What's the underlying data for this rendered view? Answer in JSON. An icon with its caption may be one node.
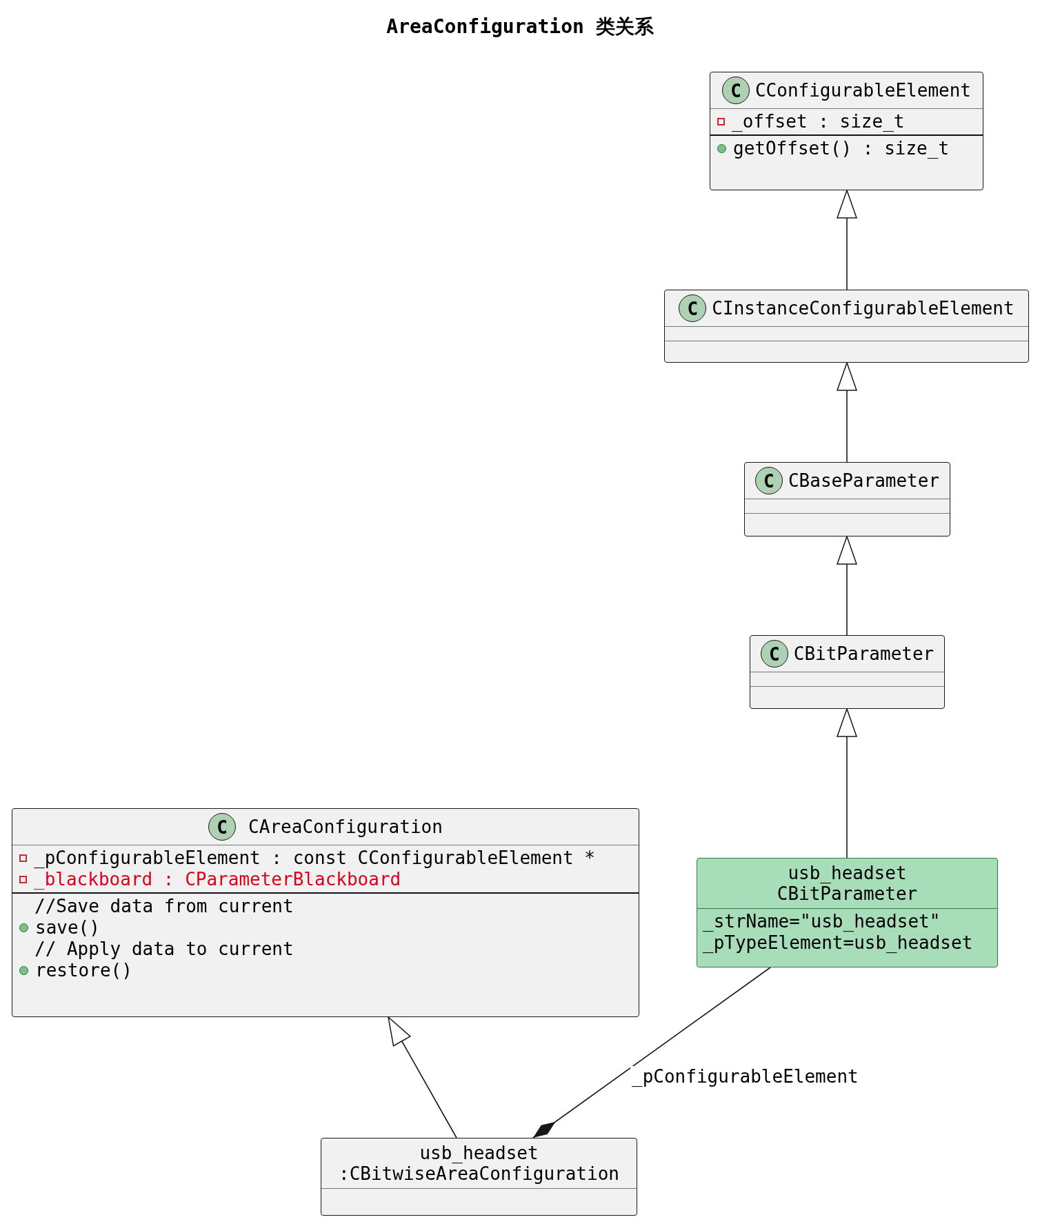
{
  "diagram": {
    "title": "AreaConfiguration 类关系",
    "nodes": [
      {
        "text": [
          "C",
          "CConfigurableElement",
          "_offset : size_t",
          "getOffset() : size_t"
        ]
      },
      {
        "text": [
          "C",
          "CInstanceConfigurableElement"
        ]
      },
      {
        "text": [
          "C",
          "CBaseParameter"
        ]
      },
      {
        "text": [
          "C",
          "CBitParameter"
        ]
      },
      {
        "text": [
          "C",
          "CAreaConfiguration",
          "_pConfigurableElement : const CConfigurableElement *",
          "_blackboard : CParameterBlackboard",
          "//Save data from current",
          "save()",
          "// Apply data to current",
          "restore()"
        ]
      },
      {
        "text": [
          "usb_headset CBitParameter",
          "_strName=\"usb_headset\"",
          "_pTypeElement=usb_headset"
        ]
      },
      {
        "text": [
          "usb_headset :CBitwiseAreaConfiguration"
        ]
      }
    ],
    "edges": [
      {
        "from": 1,
        "to": 0,
        "arrow": "to"
      },
      {
        "from": 2,
        "to": 1,
        "arrow": "to"
      },
      {
        "from": 3,
        "to": 2,
        "arrow": "to"
      },
      {
        "from": 5,
        "to": 3,
        "arrow": "to"
      },
      {
        "from": 6,
        "to": 4,
        "arrow": "to"
      },
      {
        "from": 5,
        "to": 6,
        "arrow": "other",
        "label": "_pConfigurableElement"
      }
    ]
  }
}
